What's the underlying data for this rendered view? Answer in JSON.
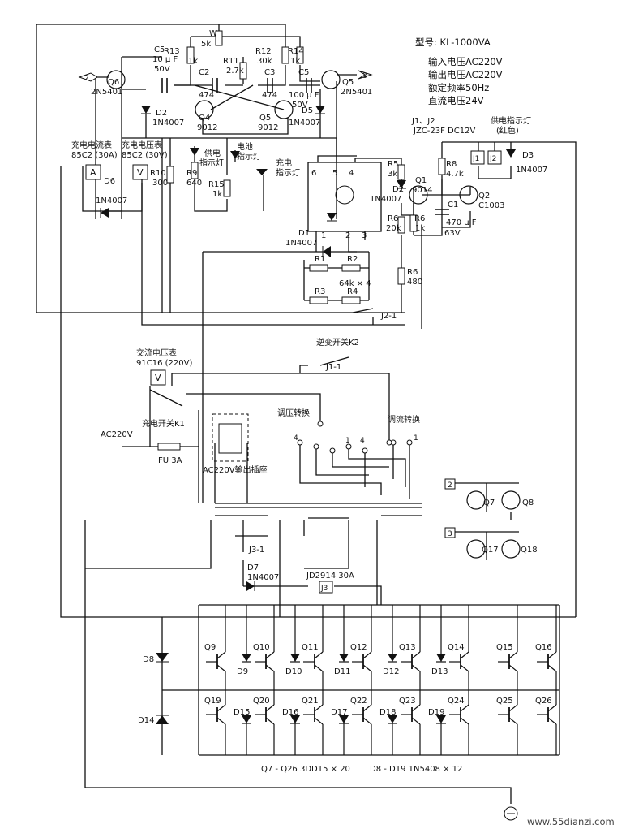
{
  "title": "型号: KL-1000VA",
  "specs": [
    "输入电压AC220V",
    "输出电压AC220V",
    "额定频率50Hz",
    "直流电压24V"
  ],
  "relay": {
    "name": "J1、J2",
    "model": "JZC-23F  DC12V"
  },
  "power_led": {
    "label": "供电指示灯",
    "color_note": "(红色)"
  },
  "oscillator": {
    "C5_left": [
      "C5",
      "10 μ F",
      "50V"
    ],
    "C5_right": [
      "C5",
      "100 μ F",
      "50V"
    ],
    "W": [
      "W",
      "5k"
    ],
    "R13": [
      "R13",
      "1k"
    ],
    "R11": [
      "R11",
      "2.7k"
    ],
    "R12": [
      "R12",
      "30k"
    ],
    "R14": [
      "R14",
      "1k"
    ],
    "C2": [
      "C2",
      "474"
    ],
    "C3": [
      "C3",
      "474"
    ],
    "Q6": [
      "Q6",
      "2N5401"
    ],
    "Q5r": [
      "Q5",
      "2N5401"
    ],
    "Q4": [
      "Q4",
      "9012"
    ],
    "Q5": [
      "Q5",
      "9012"
    ],
    "D2": [
      "D2",
      "1N4007"
    ],
    "D5": [
      "D5",
      "1N4007"
    ],
    "in2": "2",
    "in3": "3"
  },
  "meters": {
    "current_label": [
      "充电电流表",
      "85C2 (30A)"
    ],
    "current_symbol": "A",
    "voltage_label": [
      "充电电压表",
      "85C2 (30V)"
    ],
    "voltage_symbol": "V",
    "D6": [
      "D6",
      "1N4007"
    ],
    "R10": [
      "R10",
      "300"
    ],
    "R9": [
      "R9",
      "640"
    ],
    "R15": [
      "R15",
      "1k"
    ],
    "supply_led": [
      "供电",
      "指示灯"
    ],
    "battery_led": [
      "电池",
      "指示灯"
    ],
    "charge_led": [
      "充电",
      "指示灯"
    ]
  },
  "control": {
    "pins_top": [
      "6",
      "5",
      "4"
    ],
    "pins_bottom": [
      "1",
      "2",
      "3"
    ],
    "R5": [
      "R5",
      "3k"
    ],
    "D2b": [
      "D2",
      "1N4007"
    ],
    "Q1": [
      "Q1",
      "9014"
    ],
    "R6a": [
      "R6",
      "20k"
    ],
    "R6b": [
      "R6",
      "1k"
    ],
    "R6c": [
      "R6",
      "480"
    ],
    "C1": [
      "C1",
      "470 μ F",
      "63V"
    ],
    "R8": [
      "R8",
      "4.7k"
    ],
    "Q2": [
      "Q2",
      "C1003"
    ],
    "J1": "J1",
    "J2": "J2",
    "D3": [
      "D3",
      "1N4007"
    ],
    "D1": [
      "D1",
      "1N4007"
    ],
    "R1": "R1",
    "R2": "R2",
    "R3": "R3",
    "R4": "R4",
    "res_note": "64k × 4",
    "J2_1": "J2-1",
    "inverter_switch": "逆变开关K2"
  },
  "mains": {
    "ac_meter": [
      "交流电压表",
      "91C16 (220V)"
    ],
    "ac_symbol": "V",
    "J1_1": "J1-1",
    "charge_switch": "充电开关K1",
    "ac_in": "AC220V",
    "fuse": "FU 3A",
    "socket": "AC220V输出插座",
    "volt_sel": "调压转换",
    "curr_sel": "调流转换",
    "tap_labels": [
      "4",
      "1",
      "4",
      "1"
    ]
  },
  "drive": {
    "Q7": "Q7",
    "Q8": "Q8",
    "Q17": "Q17",
    "Q18": "Q18",
    "in2": "2",
    "in3": "3"
  },
  "output": {
    "J3_1": "J3-1",
    "D7": [
      "D7",
      "1N4007"
    ],
    "jd": "JD2914  30A",
    "J3": "J3",
    "D8": "D8",
    "D14": "D14",
    "top_q": [
      "Q9",
      "Q10",
      "Q11",
      "Q12",
      "Q13",
      "Q14",
      "Q15",
      "Q16"
    ],
    "top_d": [
      "D9",
      "D10",
      "D11",
      "D12",
      "D13"
    ],
    "bot_q": [
      "Q19",
      "Q20",
      "Q21",
      "Q22",
      "Q23",
      "Q24",
      "Q25",
      "Q26"
    ],
    "bot_d": [
      "D15",
      "D16",
      "D17",
      "D18",
      "D19"
    ],
    "note_q": "Q7 - Q26    3DD15 × 20",
    "note_d": "D8 - D19   1N5408 × 12"
  },
  "watermark": "www.55dianzi.com"
}
